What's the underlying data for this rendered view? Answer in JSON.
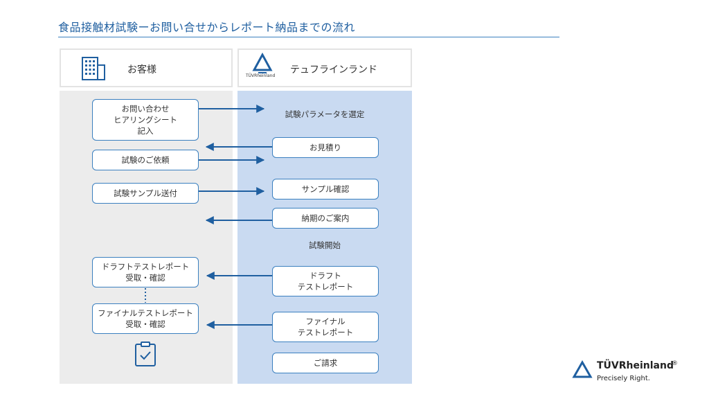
{
  "title": "食品接触材試験ーお問い合せからレポート納品までの流れ",
  "customer": {
    "label": "お客様",
    "icon": "building-icon"
  },
  "tuv": {
    "label": "テュフラインランド",
    "logo_text": "TÜVRheinland"
  },
  "left_steps": {
    "inquiry": "お問い合わせ\nヒアリングシート\n記入",
    "order": "試験のご依頼",
    "sample": "試験サンプル送付",
    "draft_receipt": "ドラフトテストレポート\n受取・確認",
    "final_receipt": "ファイナルテストレポート\n受取・確認"
  },
  "right_steps": {
    "params": "試験パラメータを選定",
    "quote": "お見積り",
    "sample_check": "サンプル確認",
    "delivery": "納期のご案内",
    "start": "試験開始",
    "draft": "ドラフト\nテストレポート",
    "final": "ファイナル\nテストレポート",
    "invoice": "ご請求"
  },
  "footer_logo": {
    "brand": "TÜVRheinland",
    "registered": "®",
    "tagline": "Precisely Right."
  },
  "colors": {
    "accent": "#1f5fa0",
    "right_column": "#c9daf1",
    "left_column": "#ececec"
  }
}
